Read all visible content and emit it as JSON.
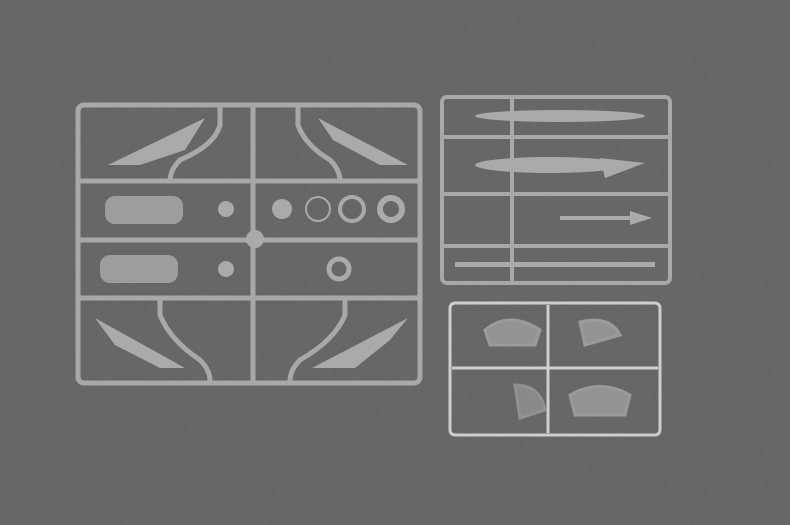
{
  "colors": {
    "background": "#5e5f61",
    "sprue_gray": "#a9aaac",
    "sprue_shadow": "#4a4b4d",
    "clear_sprue": "#d8dadc"
  },
  "icons": [
    "gray-sprue-frame",
    "missile-sprue-frame",
    "clear-canopy-sprue"
  ]
}
